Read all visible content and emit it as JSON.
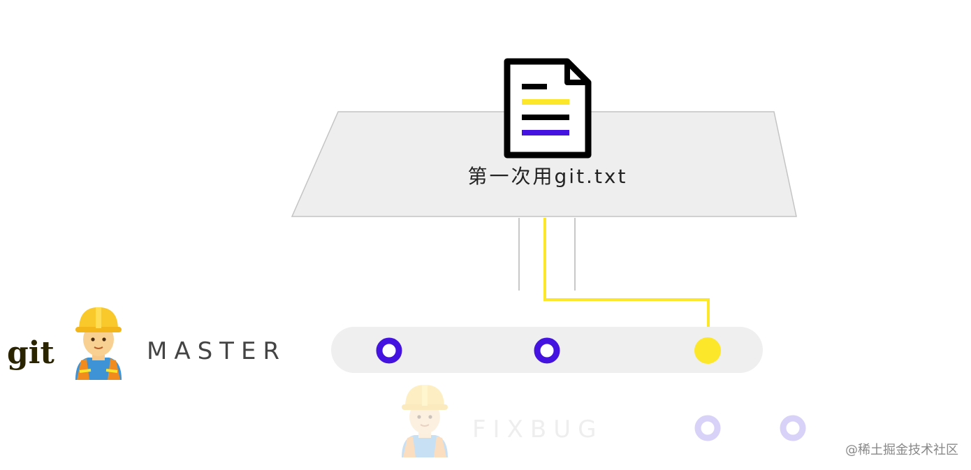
{
  "file": {
    "name": "第一次用git.txt",
    "icon": "text-file-icon"
  },
  "logo": {
    "text": "git"
  },
  "branches": [
    {
      "label": "MASTER",
      "icon": "construction-worker-icon",
      "commits": 3,
      "highlighted_commit": 3
    },
    {
      "label": "FIXBUG",
      "icon": "construction-worker-icon",
      "faded": true,
      "commits": 2
    }
  ],
  "colors": {
    "commit_blue": "#4413e0",
    "highlight_yellow": "#fce72a",
    "faded_purple": "#d9d2f8",
    "track_gray": "#efefef",
    "staging_gray": "#eeeeee"
  },
  "watermark": "@稀土掘金技术社区"
}
